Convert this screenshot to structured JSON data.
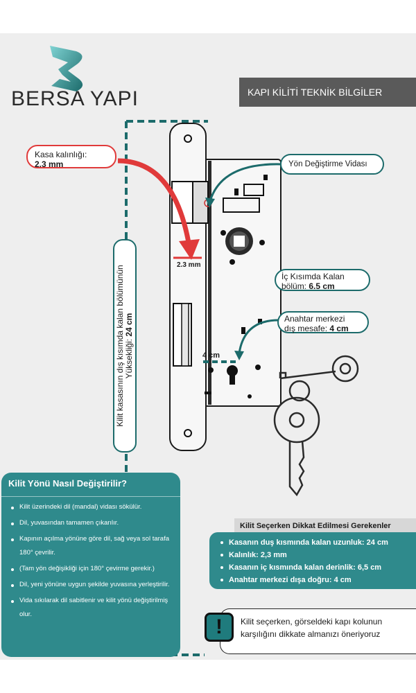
{
  "brand": {
    "name": "BERSA YAPI"
  },
  "header": {
    "title": "KAPI KİLİTİ TEKNİK  BİLGİLER"
  },
  "callouts": {
    "case_thickness_label": "Kasa kalınlığı:",
    "case_thickness_value": "2.3 mm",
    "direction_screw": "Yön Değiştirme Vidası",
    "inner_label": "İç Kısımda Kalan",
    "inner_prefix": "bölüm: ",
    "inner_value": "6.5 cm",
    "key_center_label": "Anahtar merkezi",
    "key_center_prefix": "dış mesafe: ",
    "key_center_value": "4 cm",
    "height_label": "Kilit kasasının dış kısımda kalan bölümünün Yüksekliği: ",
    "height_value": "24 cm"
  },
  "dimensions": {
    "thickness_mark": "2.3 mm",
    "key_offset_mark": "4 cm"
  },
  "direction_panel": {
    "title": "Kilit Yönü Nasıl Değiştirilir?",
    "steps": [
      "Kilit üzerindeki dil (mandal) vidası sökülür.",
      "Dil, yuvasından tamamen çıkarılır.",
      "Kapının açılma yönüne göre dil, sağ veya sol tarafa 180° çevrilir.",
      "(Tam yön değişikliği için 180° çevirme gerekir.)",
      "Dil, yeni yönüne uygun şekilde yuvasına yerleştirilir.",
      "Vida sıkılarak dil sabitlenir ve kilit yönü değiştirilmiş olur."
    ]
  },
  "specs": {
    "title": "Kilit Seçerken Dikkat Edilmesi Gerekenler",
    "items": [
      "Kasanın duş kısmında kalan uzunluk: 24 cm",
      "Kalınlık: 2,3 mm",
      "Kasanın iç kısmında kalan derinlik: 6,5 cm",
      "Anahtar merkezi dışa doğru: 4 cm"
    ]
  },
  "warning": {
    "icon": "exclamation-icon",
    "text": "Kilit seçerken, görseldeki kapı kolunun karşılığını dikkate almanızı öneriyoruz"
  },
  "colors": {
    "teal": "#2f8a8c",
    "dark_teal": "#1c6b6b",
    "red": "#e03a3a",
    "banner": "#5a5a5a"
  }
}
